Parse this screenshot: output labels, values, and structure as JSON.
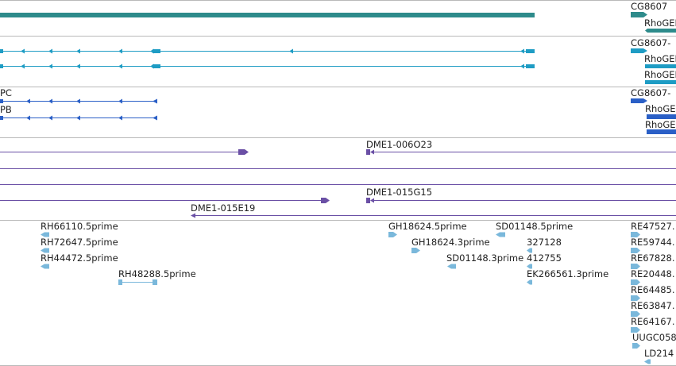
{
  "colors": {
    "gene": "#2e8b8b",
    "transcript_a": "#1e9cc4",
    "transcript_b": "#2a5fc6",
    "clone": "#6a4fa5",
    "est": "#7ab8db",
    "divider": "#b9b9b9"
  },
  "tracks": {
    "gene": {
      "labels": [
        "CG8607",
        "RhoGEF"
      ]
    },
    "transcripts_a": {
      "labels": [
        "CG8607-",
        "RhoGEF",
        "RhoGEF"
      ]
    },
    "transcripts_b": {
      "labels": [
        "PC",
        "PB",
        "CG8607-",
        "RhoGEF",
        "RhoGEF"
      ]
    },
    "clones": {
      "labels": [
        "DME1-006O23",
        "DME1-015G15",
        "DME1-015E19"
      ]
    },
    "ests": {
      "labels": [
        "RH66110.5prime",
        "RH72647.5prime",
        "RH44472.5prime",
        "RH48288.5prime",
        "GH18624.5prime",
        "GH18624.3prime",
        "SD01148.5prime",
        "SD01148.3prime",
        "327128",
        "412755",
        "EK266561.3prime",
        "RE47527.",
        "RE59744.",
        "RE67828.",
        "RE20448.",
        "RE64485.",
        "RE63847.",
        "RE64167.",
        "UUGC058",
        "LD214"
      ]
    }
  }
}
